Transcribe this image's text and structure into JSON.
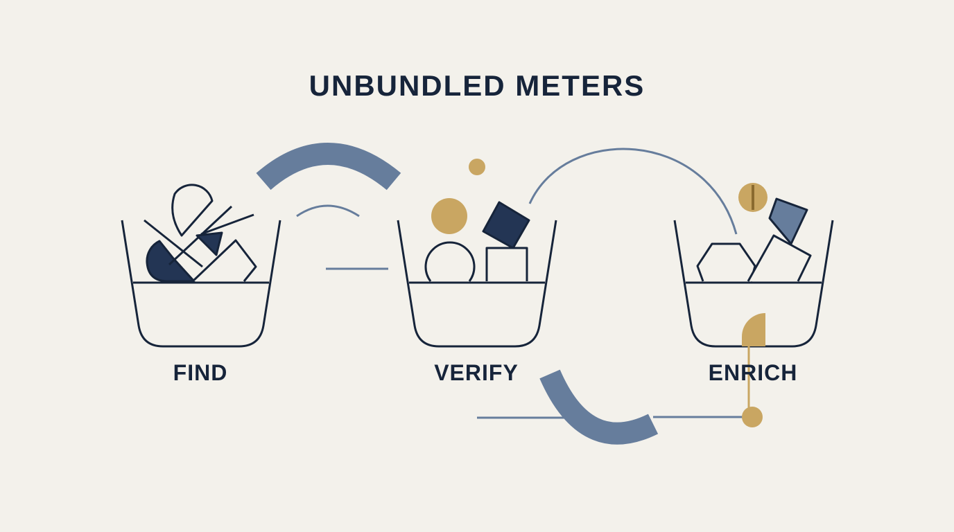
{
  "title": "UNBUNDLED METERS",
  "stages": [
    {
      "label": "FIND"
    },
    {
      "label": "VERIFY"
    },
    {
      "label": "ENRICH"
    }
  ],
  "colors": {
    "background": "#f3f1eb",
    "ink": "#16243a",
    "navy": "#233554",
    "slate": "#667d9c",
    "gold": "#c9a662"
  }
}
